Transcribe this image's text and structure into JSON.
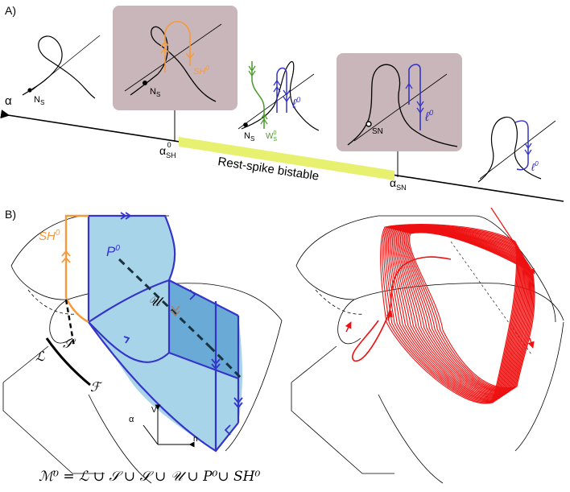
{
  "panel_a": {
    "label": "A)",
    "axis_symbol": "α",
    "ns_label": "N",
    "ns_sub": "S",
    "sh0_label": "SH",
    "sh0_sup": "0",
    "ws_label": "W",
    "ws_sub": "S",
    "ws_sup": "0",
    "ell_label": "ℓ",
    "ell_sup": "0",
    "sn_point": "SN",
    "alpha_sh": "α",
    "alpha_sh_sub": "SH",
    "alpha_sh_sup": "0",
    "alpha_sn": "α",
    "alpha_sn_sub": "SN",
    "band_label": "Rest-spike bistable"
  },
  "panel_b": {
    "label": "B)",
    "sh0_label": "SH",
    "sh0_sup": "0",
    "p0_label": "P",
    "p0_sup": "0",
    "u_label": "𝒰",
    "s_label": "𝒮",
    "l_label": "ℒ",
    "f_label": "ℱ",
    "axis_v": "V",
    "axis_alpha": "α",
    "axis_n": "n",
    "formula": "ℳ⁰ = ℒ ∪ 𝒮 ∪ 𝒮 ∪ 𝒰 ∪ P⁰∪ SH⁰"
  },
  "colors": {
    "orange": "#f59a3c",
    "green": "#4a9a2a",
    "blue": "#3434c8",
    "red": "#ee1111",
    "panel_bg": "#c9b6ba",
    "band": "#e8f070",
    "fill_light": "#a8d4ea",
    "fill_dark": "#6aaad6"
  }
}
